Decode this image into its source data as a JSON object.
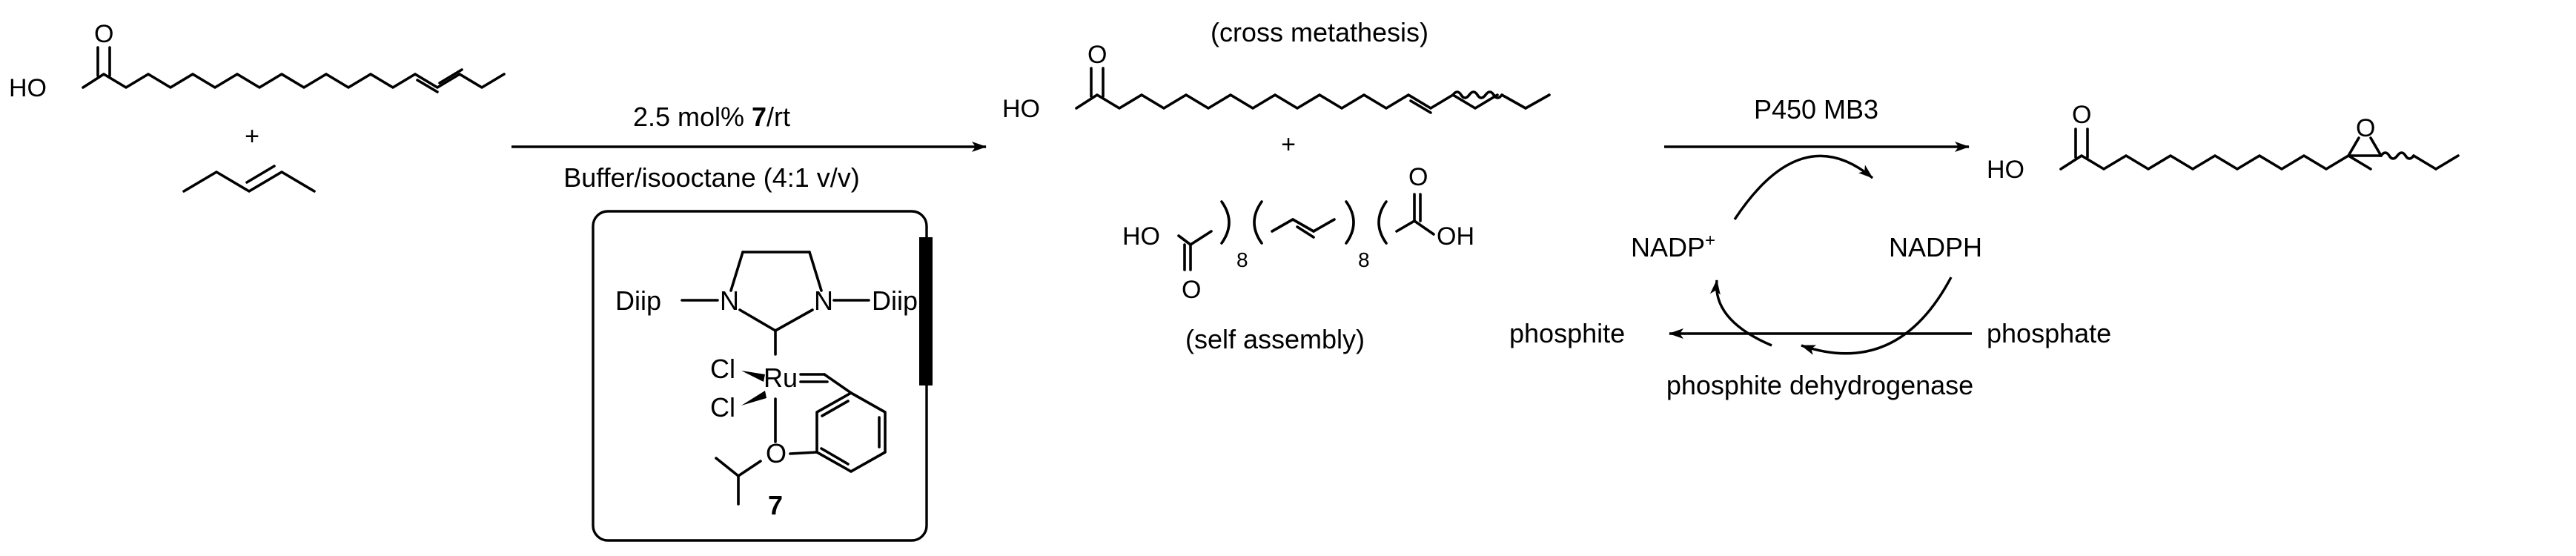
{
  "reaction": {
    "reactant_1": {
      "hydroxyl_label": "HO",
      "carbonyl_label": "O"
    },
    "plus_sign_1": "+",
    "conditions": {
      "catalyst_loading": "2.5 mol% ",
      "catalyst_number": "7",
      "temperature": "/rt",
      "solvent": "Buffer/isooctane (4:1 v/v)"
    },
    "catalyst": {
      "nitrogen_substituent_left": "Diip",
      "nitrogen_substituent_right": "Diip",
      "nitrogen_label": "N",
      "chloride_label": "Cl",
      "metal_label": "Ru",
      "ether_oxygen_label": "O",
      "compound_number": "7"
    },
    "products": {
      "cross_metathesis_caption": "(cross metathesis)",
      "cross_product": {
        "hydroxyl_label": "HO",
        "carbonyl_label": "O"
      },
      "plus_sign_2": "+",
      "self_product": {
        "hydroxyl_left": "HO",
        "hydroxyl_right": "OH",
        "carbonyl_label": "O",
        "repeat_count": "8"
      },
      "self_assembly_caption": "(self assembly)"
    },
    "enzyme_step": {
      "enzyme": "P450 MB3",
      "cofactor_oxidized": "NADP",
      "cofactor_charge": "+",
      "cofactor_reduced": "NADPH",
      "recycling_product": "phosphite",
      "recycling_substrate": "phosphate",
      "recycling_enzyme": "phosphite dehydrogenase"
    },
    "epoxide_product": {
      "hydroxyl_label": "HO",
      "carbonyl_label": "O",
      "epoxide_oxygen": "O"
    }
  }
}
